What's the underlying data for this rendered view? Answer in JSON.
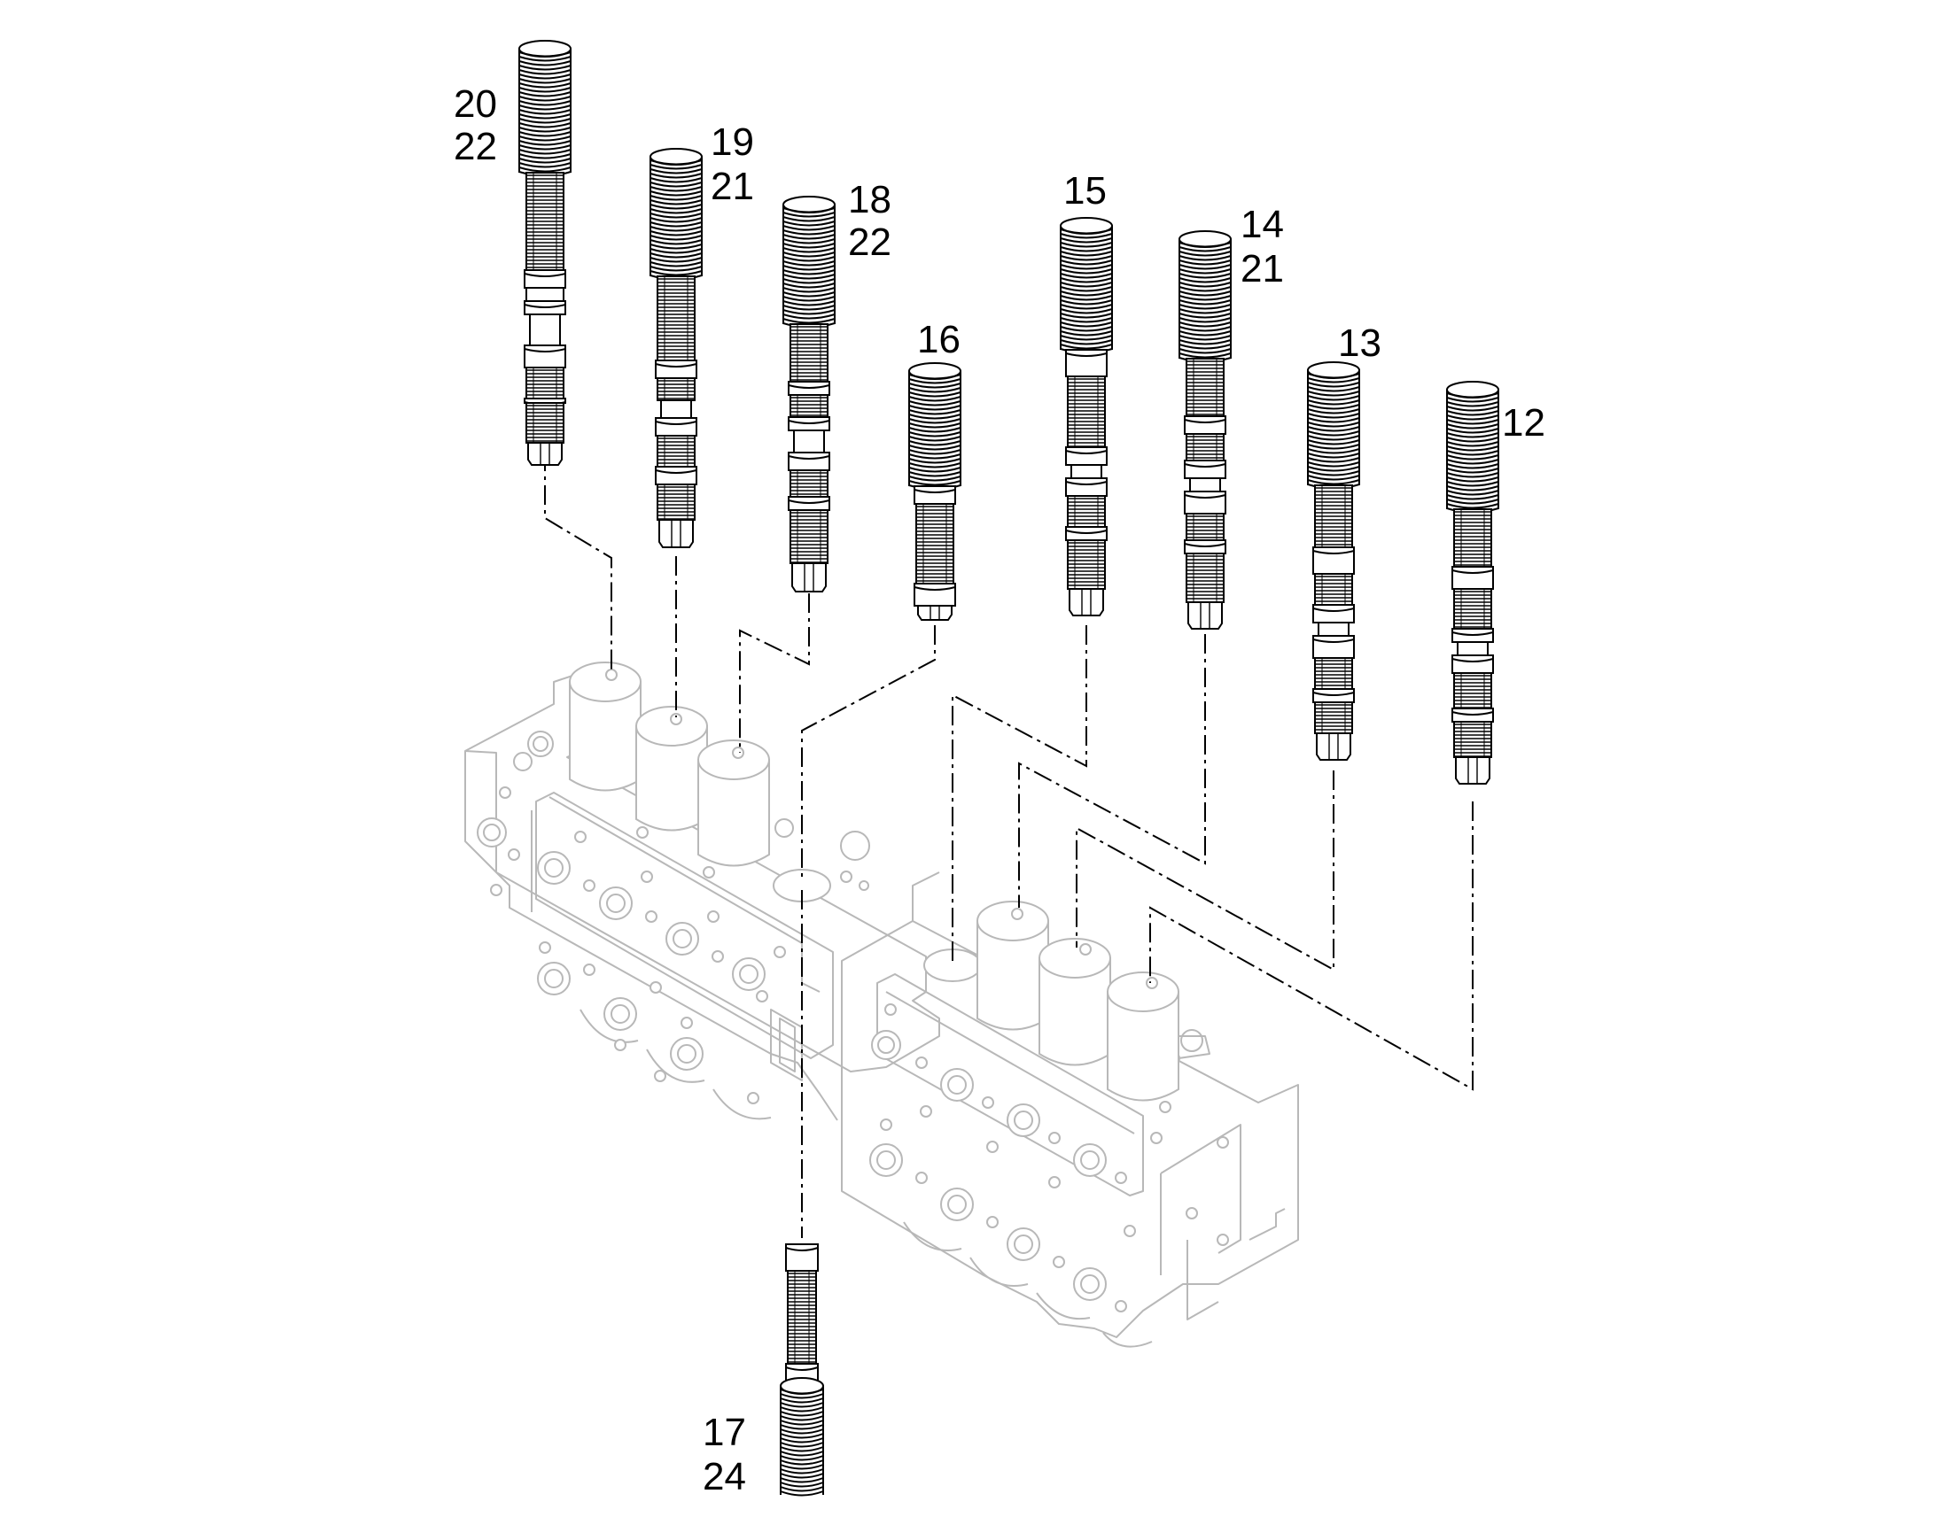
{
  "colors": {
    "line": "#000000",
    "body_line": "#b8b8b8",
    "background": "#ffffff"
  },
  "callouts": {
    "c20_22": {
      "line1": "20",
      "line2": "22"
    },
    "c19_21": {
      "line1": "19",
      "line2": "21"
    },
    "c18_22": {
      "line1": "18",
      "line2": "22"
    },
    "c16": {
      "line1": "16"
    },
    "c15": {
      "line1": "15"
    },
    "c14_21": {
      "line1": "14",
      "line2": "21"
    },
    "c13": {
      "line1": "13"
    },
    "c12": {
      "line1": "12"
    },
    "c17_24": {
      "line1": "17",
      "line2": "24"
    }
  }
}
